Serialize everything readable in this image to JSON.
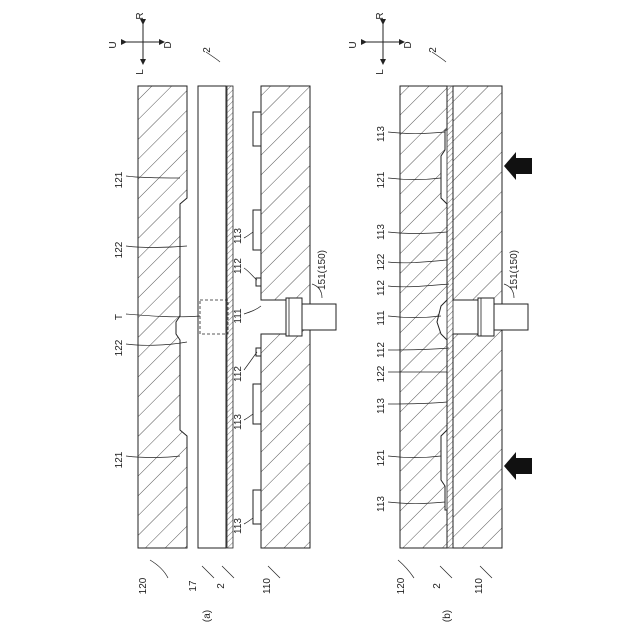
{
  "figure_a": {
    "caption": "(a)",
    "compass": {
      "up": "U",
      "down": "D",
      "left": "L",
      "right": "R"
    },
    "part_labels": {
      "upper_plate": "120",
      "sheet": "17",
      "substrate": "2",
      "lower_plate": "110",
      "top_ref": "2"
    },
    "callouts": {
      "recess_large_1": "121",
      "recess_small_1": "122",
      "target": "T",
      "recess_small_2": "122",
      "recess_large_2": "121",
      "pad_1": "113",
      "pin_1": "112",
      "hole": "111",
      "pin_2": "112",
      "pad_2": "113",
      "pad_3": "113",
      "nozzle": "151(150)"
    }
  },
  "figure_b": {
    "caption": "(b)",
    "compass": {
      "up": "U",
      "down": "D",
      "left": "L",
      "right": "R"
    },
    "part_labels": {
      "upper_plate": "120",
      "substrate": "2",
      "lower_plate": "110",
      "top_ref": "2"
    },
    "callouts": {
      "pad_1": "113",
      "recess_large_1": "121",
      "pad_2": "113",
      "recess_small_1": "122",
      "pin_1": "112",
      "hole": "111",
      "pin_2": "112",
      "recess_small_2": "122",
      "pad_3": "113",
      "recess_large_2": "121",
      "pad_4": "113",
      "nozzle": "151(150)"
    }
  }
}
